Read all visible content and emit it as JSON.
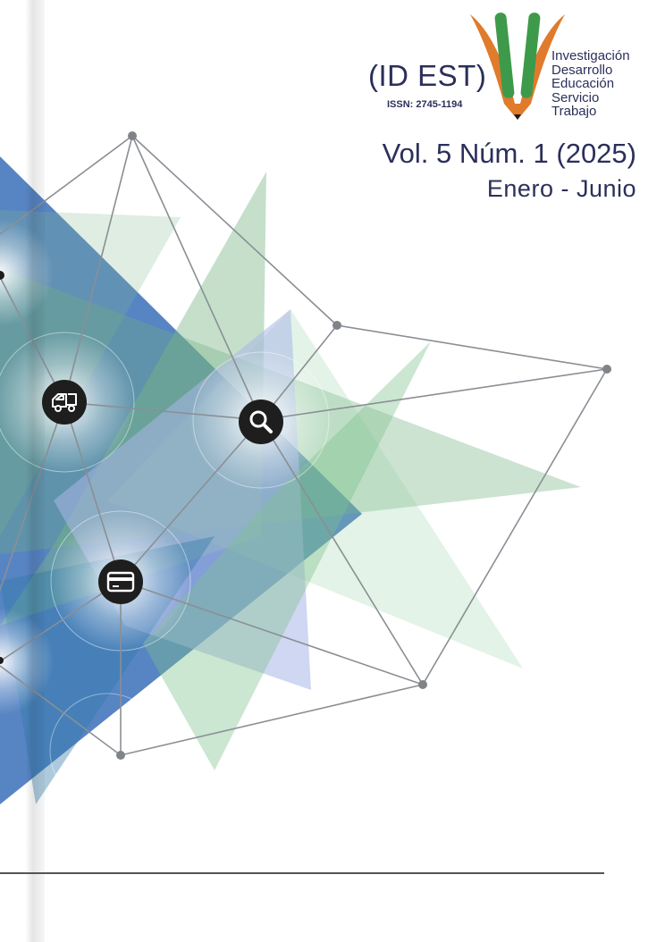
{
  "header": {
    "abbrev": "(ID EST)",
    "issn": "ISSN: 2745-1194",
    "logo_words": [
      "Investigación",
      "Desarrollo",
      "Educación",
      "Servicio",
      "Trabajo"
    ],
    "volume": "Vol. 5 Núm. 1 (2025)",
    "period": "Enero - Junio"
  },
  "graphic": {
    "icons": [
      "truck-icon",
      "search-icon",
      "credit-card-icon"
    ]
  },
  "colors": {
    "text": "#2b2f5a",
    "logo_orange": "#e07b2c",
    "logo_green": "#3d9a4a",
    "blue": "#3a6fb8",
    "green": "#8cc79a",
    "lavender": "#b8c3ec"
  }
}
